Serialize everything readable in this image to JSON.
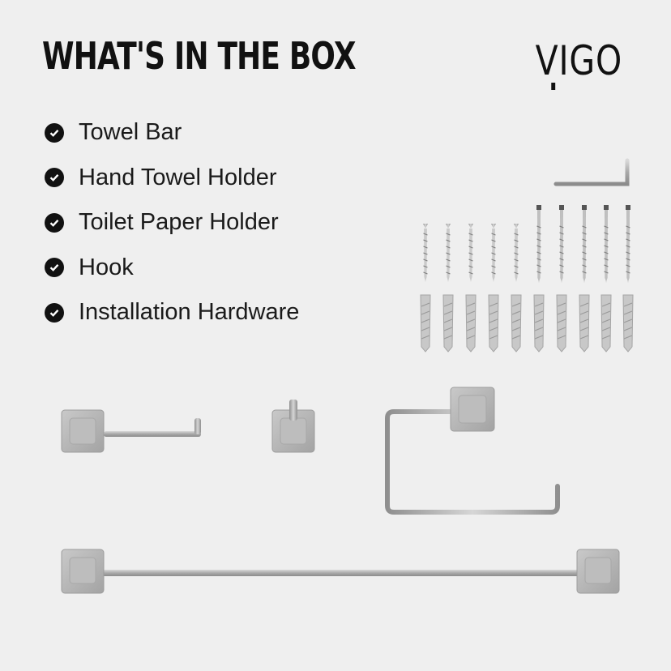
{
  "title": "WHAT'S IN THE BOX",
  "logo": {
    "text": "VIGO"
  },
  "items": [
    {
      "label": "Towel Bar",
      "icon": "check-circle-icon"
    },
    {
      "label": "Hand Towel Holder",
      "icon": "check-circle-icon"
    },
    {
      "label": "Toilet Paper Holder",
      "icon": "check-circle-icon"
    },
    {
      "label": "Hook",
      "icon": "check-circle-icon"
    },
    {
      "label": "Installation Hardware",
      "icon": "check-circle-icon"
    }
  ],
  "hardware": {
    "screws": 10,
    "anchors": 10,
    "hex_keys": 1
  },
  "colors": {
    "background": "#efefef",
    "text": "#111111",
    "metal": "#bdbdbd"
  }
}
